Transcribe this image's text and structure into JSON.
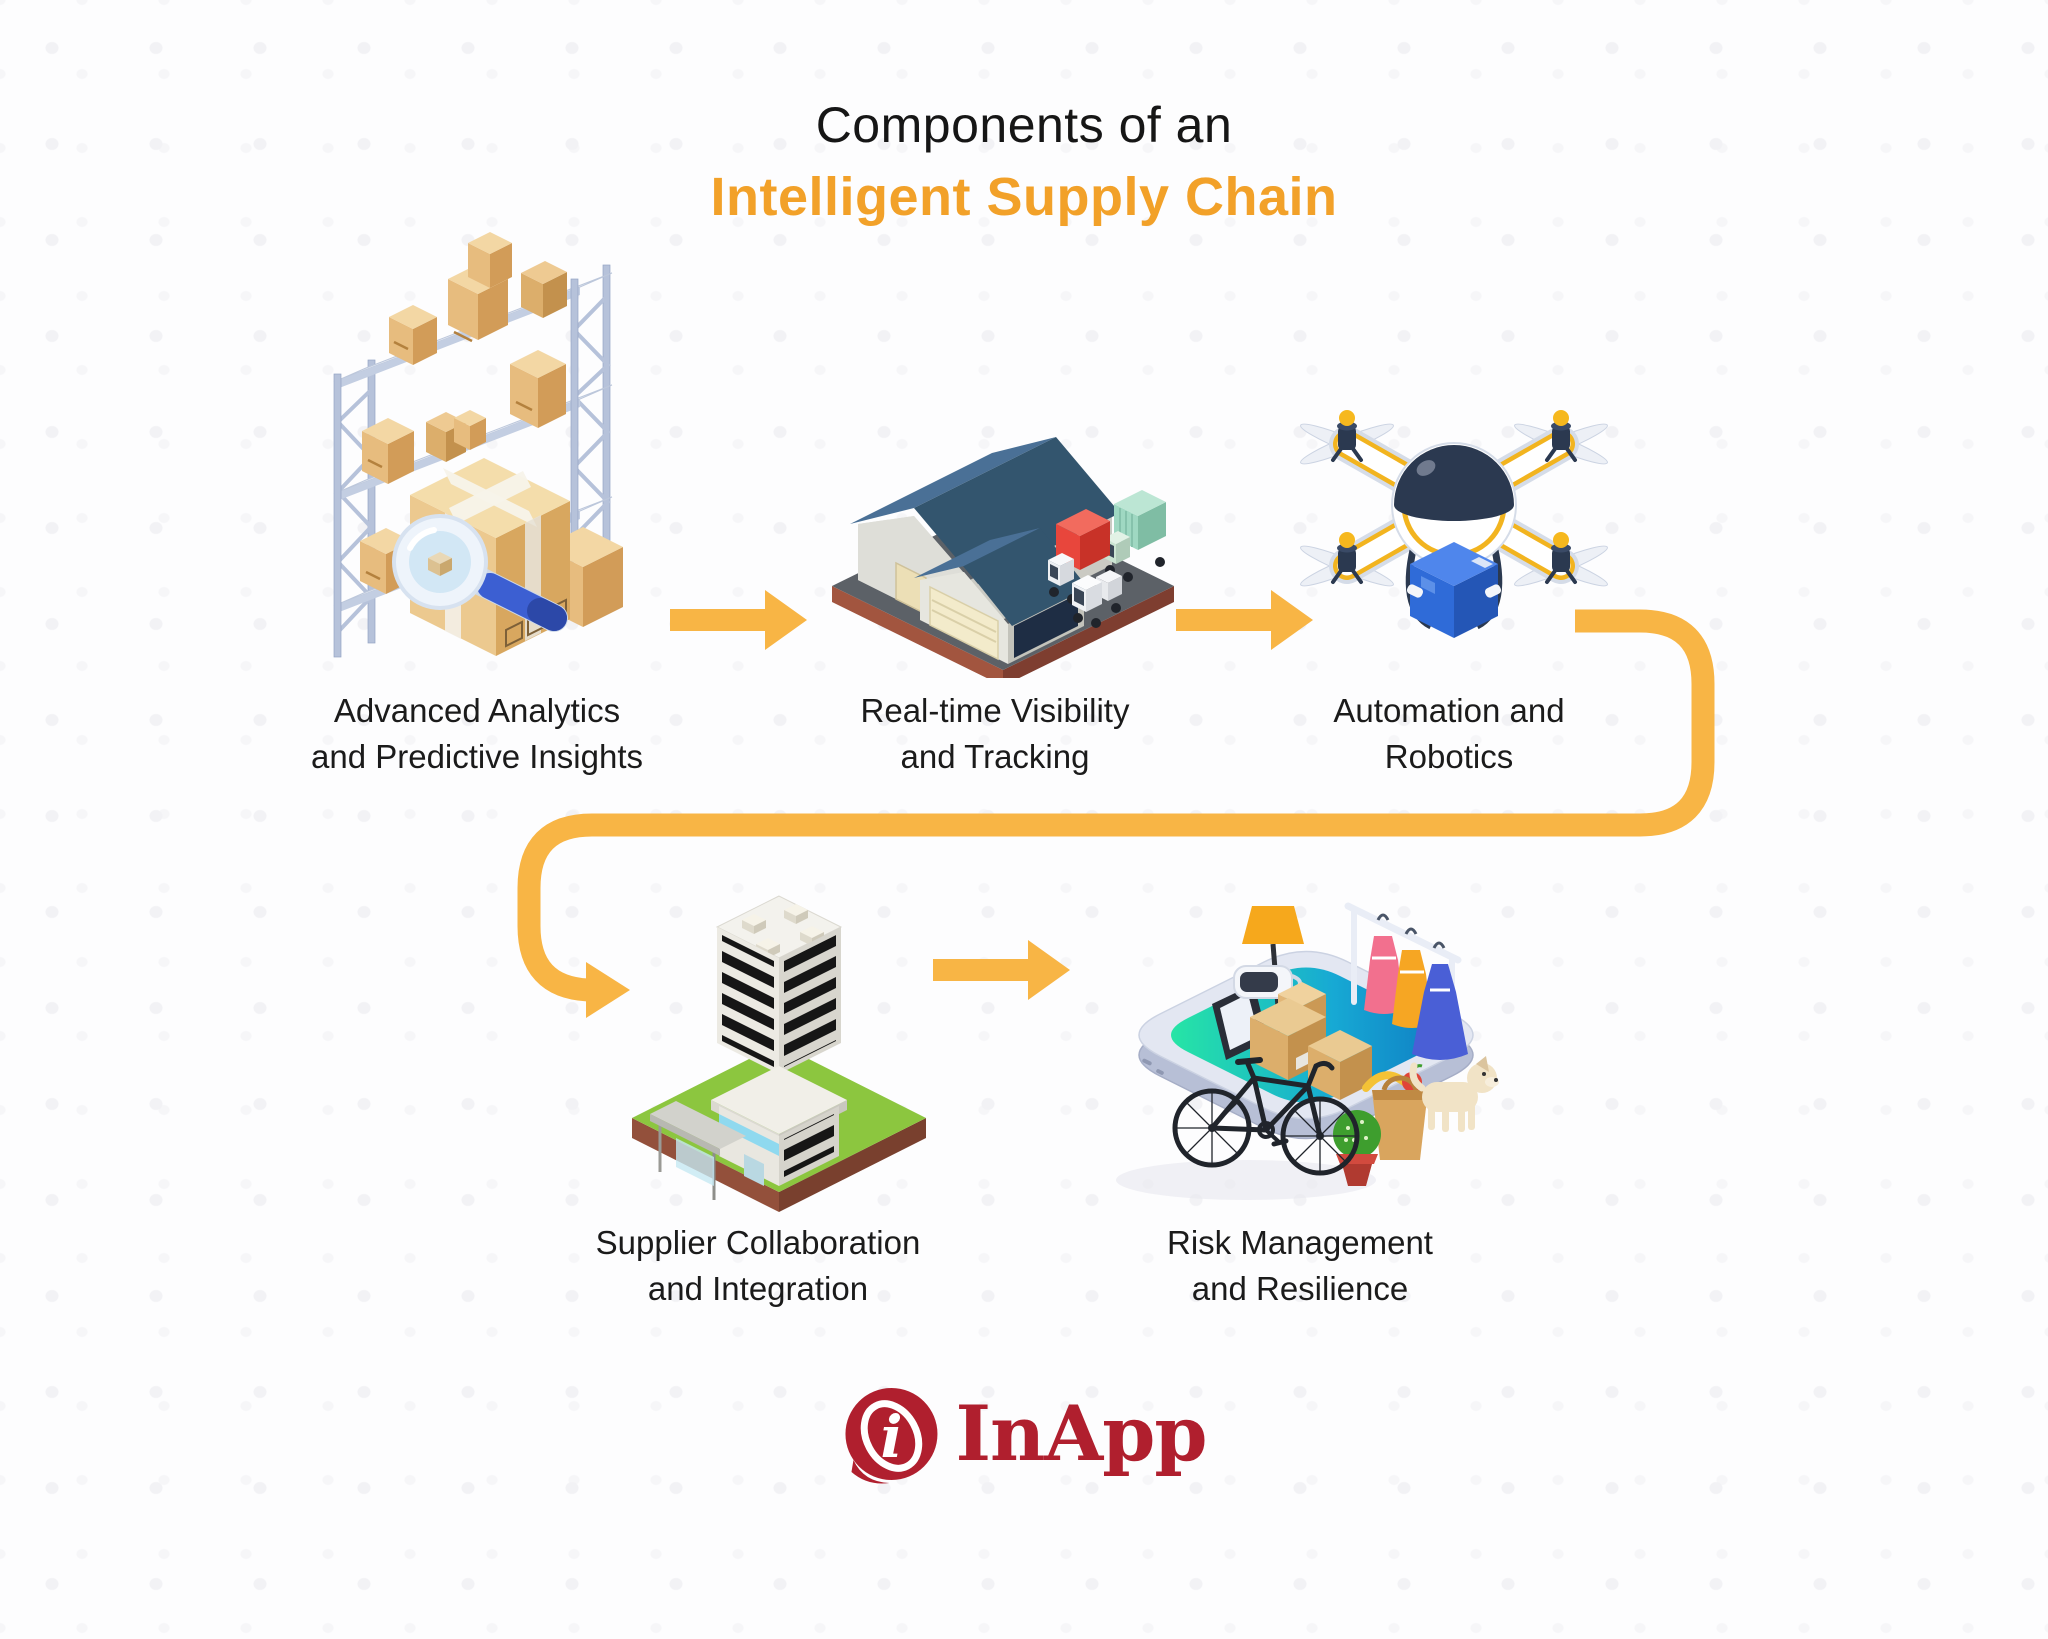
{
  "title": {
    "line1": "Components of an",
    "line2": "Intelligent Supply Chain"
  },
  "components": [
    {
      "label_line1": "Advanced Analytics",
      "label_line2": "and Predictive Insights",
      "icon": "warehouse-rack-magnifier-icon"
    },
    {
      "label_line1": "Real-time Visibility",
      "label_line2": "and Tracking",
      "icon": "warehouse-trucks-icon"
    },
    {
      "label_line1": "Automation and",
      "label_line2": "Robotics",
      "icon": "delivery-drone-icon"
    },
    {
      "label_line1": "Supplier Collaboration",
      "label_line2": "and Integration",
      "icon": "office-building-icon"
    },
    {
      "label_line1": "Risk Management",
      "label_line2": "and Resilience",
      "icon": "ecommerce-goods-tablet-icon"
    }
  ],
  "flow": {
    "order": [
      "Advanced Analytics and Predictive Insights",
      "Real-time Visibility and Tracking",
      "Automation and Robotics",
      "Supplier Collaboration and Integration",
      "Risk Management and Resilience"
    ],
    "connector_color": "#F8B545"
  },
  "logo": {
    "text": "InApp",
    "mark": "inapp-i-mark-icon",
    "color": "#B01F2E"
  },
  "colors": {
    "title_text": "#161616",
    "title_accent": "#F2A129",
    "caption_text": "#1B1B1B",
    "background": "#FDFDFE"
  }
}
